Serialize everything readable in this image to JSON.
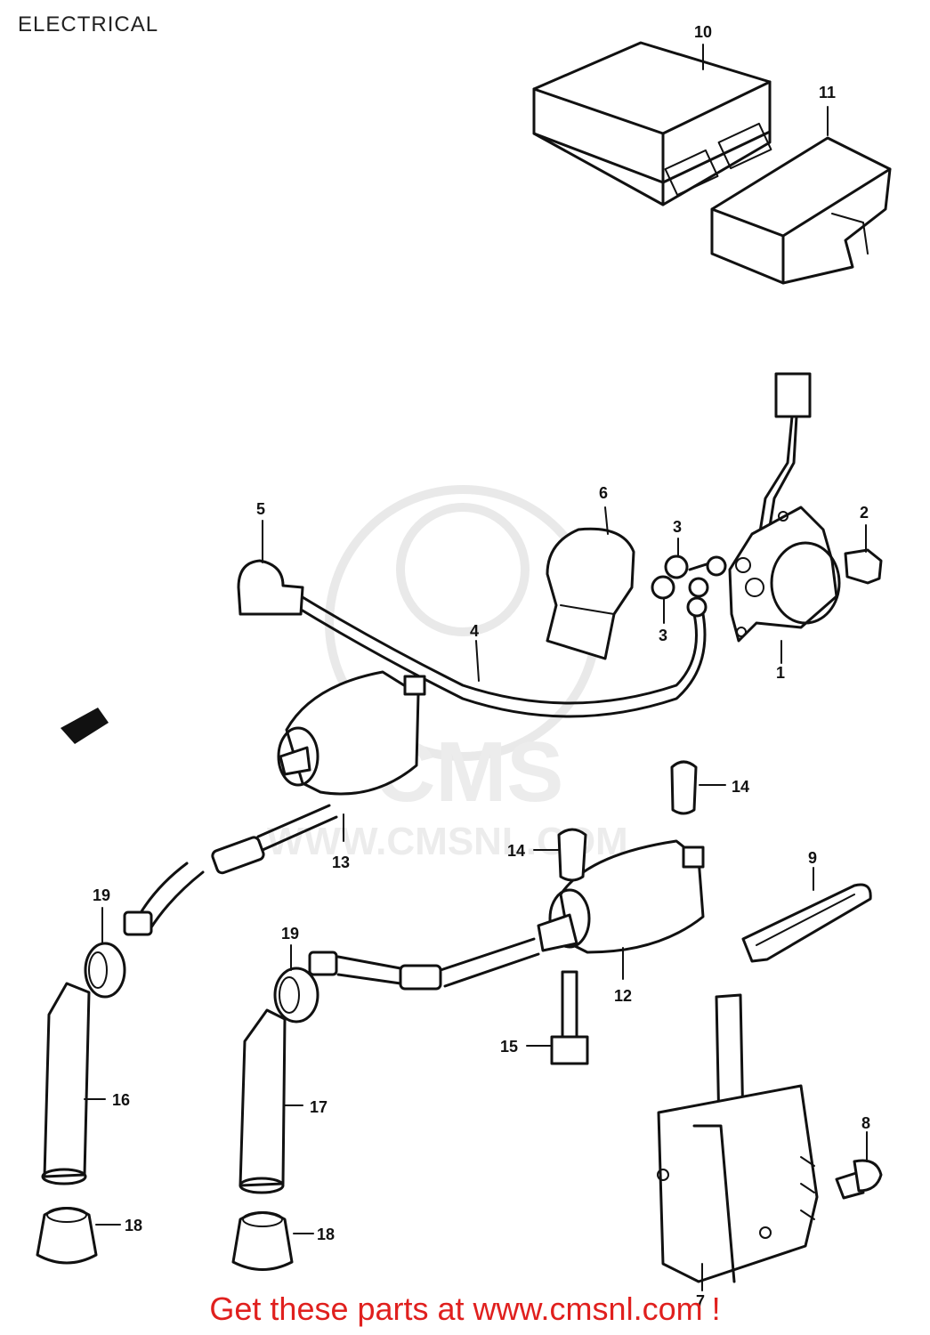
{
  "header": {
    "title": "ELECTRICAL"
  },
  "watermark": {
    "brand": "CMS",
    "url": "WWW.CMSNL.COM"
  },
  "callouts": {
    "c1": "1",
    "c2": "2",
    "c3a": "3",
    "c3b": "3",
    "c4": "4",
    "c5": "5",
    "c6": "6",
    "c7": "7",
    "c8": "8",
    "c9": "9",
    "c10": "10",
    "c11": "11",
    "c12": "12",
    "c13": "13",
    "c14a": "14",
    "c14b": "14",
    "c15": "15",
    "c16": "16",
    "c17": "17",
    "c18a": "18",
    "c18b": "18",
    "c19a": "19",
    "c19b": "19"
  },
  "footer": {
    "text": "Get these parts at www.cmsnl.com !"
  },
  "colors": {
    "line": "#111111",
    "footer": "#e0201e",
    "watermark": "#e9e9e9"
  }
}
